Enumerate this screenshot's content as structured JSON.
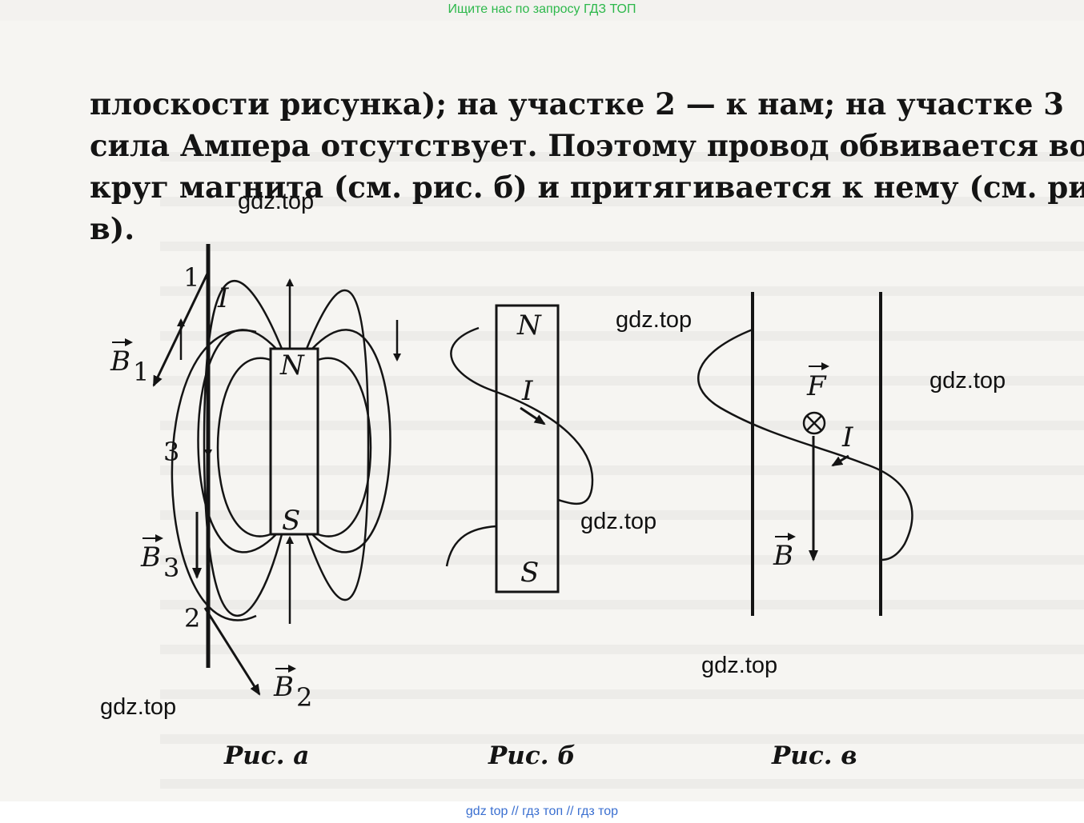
{
  "banner": {
    "top": "Ищите нас по запросу ГДЗ ТОП",
    "bottom": "gdz top  //  гдз топ  //  гдз тор"
  },
  "text": {
    "line1": "плоскости рисунка); на участке 2 — к нам; на участке 3",
    "line2": "сила Ампера отсутствует. Поэтому провод обвивается во-",
    "line3": "круг магнита (см. рис. б) и притягивается к нему (см. рис.",
    "line4": "в)."
  },
  "figures": {
    "a": {
      "caption": "Рис. а",
      "magnet_n": "N",
      "magnet_s": "S",
      "current": "I",
      "b1": "B",
      "b1_sub": "1",
      "b2": "B",
      "b2_sub": "2",
      "b3": "B",
      "b3_sub": "3",
      "seg1": "1",
      "seg2": "2",
      "seg3": "3"
    },
    "b": {
      "caption": "Рис. б",
      "magnet_n": "N",
      "magnet_s": "S",
      "current": "I"
    },
    "c": {
      "caption": "Рис. в",
      "force": "F",
      "current": "I",
      "field": "B",
      "into_page_icon": "circle-cross-icon"
    }
  },
  "watermarks": [
    "gdz.top",
    "gdz.top",
    "gdz.top",
    "gdz.top",
    "gdz.top",
    "gdz.top"
  ]
}
